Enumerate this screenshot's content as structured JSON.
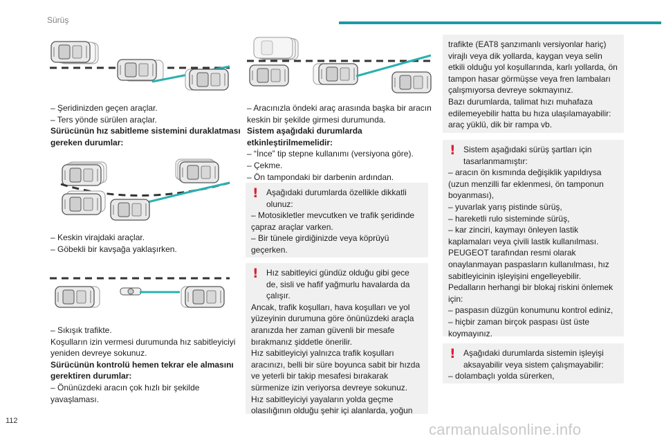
{
  "header": {
    "section": "Sürüş"
  },
  "footer": {
    "page_number": "112",
    "watermark": "carmanualsonline.info"
  },
  "col1": {
    "block1": {
      "lines": [
        "– Şeridinizden geçen araçlar.",
        "– Ters yönde sürülen araçlar."
      ],
      "bold": "Sürücünün hız sabitleme sistemini duraklatması gereken durumlar:"
    },
    "block2": {
      "lines": [
        "– Keskin virajdaki araçlar.",
        "– Göbekli bir kavşağa yaklaşırken."
      ]
    },
    "block3": {
      "line1": "– Sıkışık trafikte.",
      "line2": "Koşulların izin vermesi durumunda hız sabitleyiciyi yeniden devreye sokunuz.",
      "bold": "Sürücünün kontrolü hemen tekrar ele almasını gerektiren durumlar:",
      "line3": "– Önünüzdeki aracın çok hızlı bir şekilde yavaşlaması."
    }
  },
  "col2": {
    "text": {
      "line1": "– Aracınızla öndeki araç arasında başka bir aracın keskin bir şekilde girmesi durumunda.",
      "bold": "Sistem aşağıdaki durumlarda etkinleştirilmemelidir:",
      "items": [
        "– “İnce” tip stepne kullanımı (versiyona göre).",
        "– Çekme.",
        "– Ön tampondaki bir darbenin ardından."
      ]
    },
    "warn1": {
      "head": "Aşağıdaki durumlarda özellikle dikkatli olunuz:",
      "items": [
        "– Motosikletler mevcutken ve trafik şeridinde çapraz araçlar varken.",
        "– Bir tünele girdiğinizde veya köprüyü geçerken."
      ]
    },
    "warn2": {
      "head": "Hız sabitleyici gündüz olduğu gibi gece de, sisli ve hafif yağmurlu havalarda da çalışır.",
      "p1": "Ancak, trafik koşulları, hava koşulları ve yol yüzeyinin durumuna göre önünüzdeki araçla aranızda her zaman güvenli bir mesafe bırakmanız şiddetle önerilir.",
      "p2": "Hız sabitleyiciyi yalnızca trafik koşulları aracınızı, belli bir süre boyunca sabit bir hızda ve yeterli bir takip mesafesi bırakarak sürmenize izin veriyorsa devreye sokunuz.",
      "p3": "Hız sabitleyiciyi yayaların yolda geçme olasılığının olduğu şehir içi alanlarda, yoğun"
    }
  },
  "col3": {
    "cont": {
      "p1": "trafikte (EAT8 şanzımanlı versiyonlar hariç) virajlı veya dik yollarda, kaygan veya selin etkili olduğu yol koşullarında, karlı yollarda, ön tampon hasar görmüşse veya fren lambaları çalışmıyorsa devreye sokmayınız.",
      "p2": "Bazı durumlarda, talimat hızı muhafaza edilemeyebilir hatta bu hıza ulaşılamayabilir: araç yüklü, dik bir rampa vb."
    },
    "warn3": {
      "head": "Sistem aşağıdaki sürüş şartları için tasarlanmamıştır:",
      "items": [
        "– aracın ön kısmında değişiklik yapıldıysa (uzun menzilli far eklenmesi, ön tamponun boyanması),",
        "– yuvarlak yarış pistinde sürüş,",
        "– hareketli rulo sisteminde sürüş,",
        "– kar zinciri, kaymayı önleyen lastik kaplamaları veya çivili lastik kullanılması."
      ],
      "p1": "PEUGEOT tarafından resmi olarak onaylanmayan paspasların kullanılması, hız sabitleyicinin işleyişini engelleyebilir.",
      "p2": "Pedalların herhangi bir blokaj riskini önlemek için:",
      "items2": [
        "– paspasın düzgün konumunu kontrol ediniz,",
        "– hiçbir zaman birçok paspası üst üste koymayınız."
      ]
    },
    "warn4": {
      "head": "Aşağıdaki durumlarda sistemin işleyişi aksayabilir veya sistem çalışmayabilir:",
      "items": [
        "– dolambaçlı yolda sürerken,"
      ]
    }
  },
  "colors": {
    "accent": "#1c9aa6",
    "warning": "#d9203a",
    "box_bg": "#f0f0f0"
  },
  "icons": {
    "warning": "exclamation-icon"
  }
}
